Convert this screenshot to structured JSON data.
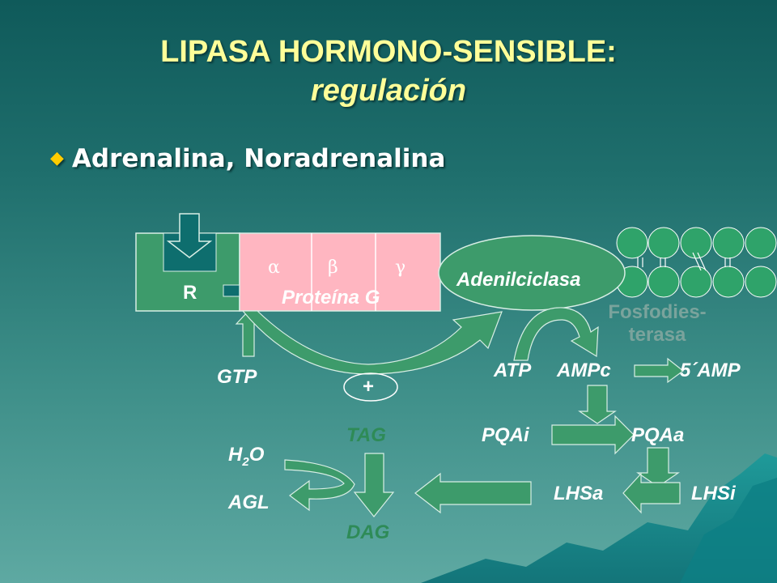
{
  "title": {
    "line1": "LIPASA HORMONO-SENSIBLE:",
    "line2": "regulación"
  },
  "bullet": {
    "text": "Adrenalina, Noradrenalina",
    "icon": "diamond-bullet-icon"
  },
  "colors": {
    "title": "#ffff99",
    "arrow_green": "#3d9b6b",
    "receptor_green": "#3d9b6b",
    "g_protein_pink": "#ffb6c1",
    "inner_arrow": "#0e6e6e"
  },
  "diagram": {
    "receptor": "R",
    "g_protein": {
      "label": "Proteína G",
      "subunits": [
        "α",
        "β",
        "γ"
      ]
    },
    "adenylyl_cyclase": "Adenilciclasa",
    "phosphodiesterase": {
      "line1": "Fosfodies-",
      "line2": "terasa"
    },
    "gtp": "GTP",
    "plus": "+",
    "atp": "ATP",
    "camp": "AMPc",
    "amp5": "5´AMP",
    "pka_inactive": "PQAi",
    "pka_active": "PQAa",
    "hsl_active": "LHSa",
    "hsl_inactive": "LHSi",
    "tag": "TAG",
    "dag": "DAG",
    "water": {
      "main": "H",
      "sub": "2",
      "tail": "O"
    },
    "fatty_acids": "AGL"
  }
}
